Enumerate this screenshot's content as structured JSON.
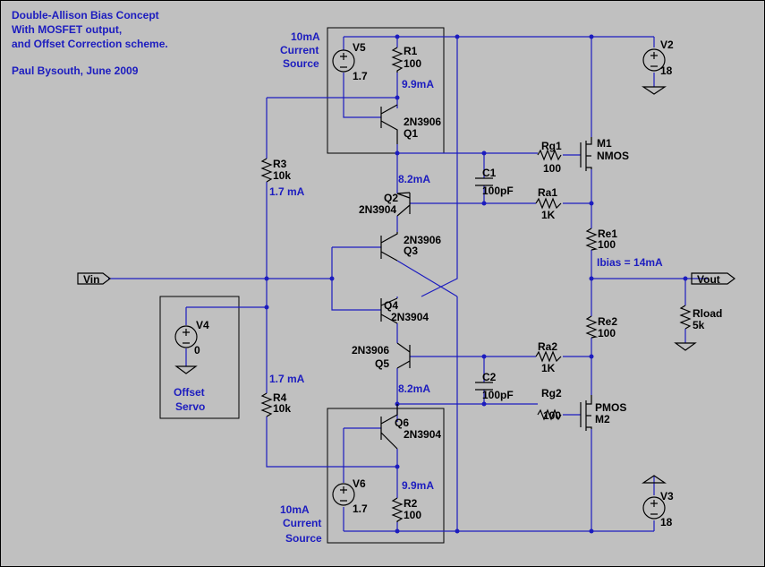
{
  "header": {
    "line1": "Double-Allison Bias Concept",
    "line2": "With MOSFET output,",
    "line3": "and Offset Correction scheme.",
    "author": "Paul Bysouth,  June 2009"
  },
  "annotations": {
    "cs_top": [
      "10mA",
      "Current",
      "Source"
    ],
    "cs_bottom": [
      "10mA",
      "Current",
      "Source"
    ],
    "i_r1": "9.9mA",
    "i_r2": "9.9mA",
    "i_q2": "8.2mA",
    "i_q5": "8.2mA",
    "i_r3": "1.7 mA",
    "i_r4": "1.7 mA",
    "ibias": "Ibias = 14mA",
    "servo": [
      "Offset",
      "Servo"
    ]
  },
  "components": {
    "V5": {
      "name": "V5",
      "value": "1.7"
    },
    "R1": {
      "name": "R1",
      "value": "100"
    },
    "Q1": {
      "name": "Q1",
      "model": "2N3906"
    },
    "R3": {
      "name": "R3",
      "value": "10k"
    },
    "C1": {
      "name": "C1",
      "value": "100pF"
    },
    "Rg1": {
      "name": "Rg1",
      "value": "100"
    },
    "M1": {
      "name": "M1",
      "model": "NMOS"
    },
    "V2": {
      "name": "V2",
      "value": "18"
    },
    "Q2": {
      "name": "Q2",
      "model": "2N3904"
    },
    "Ra1": {
      "name": "Ra1",
      "value": "1K"
    },
    "Re1": {
      "name": "Re1",
      "value": "100"
    },
    "Q3": {
      "name": "Q3",
      "model": "2N3906"
    },
    "Q4": {
      "name": "Q4",
      "model": "2N3904"
    },
    "Re2": {
      "name": "Re2",
      "value": "100"
    },
    "Rload": {
      "name": "Rload",
      "value": "5k"
    },
    "V4": {
      "name": "V4",
      "value": "0"
    },
    "Q5": {
      "name": "Q5",
      "model": "2N3906"
    },
    "Ra2": {
      "name": "Ra2",
      "value": "1K"
    },
    "C2": {
      "name": "C2",
      "value": "100pF"
    },
    "R4": {
      "name": "R4",
      "value": "10k"
    },
    "Rg2": {
      "name": "Rg2",
      "value": "100"
    },
    "M2": {
      "name": "M2",
      "model": "PMOS"
    },
    "Q6": {
      "name": "Q6",
      "model": "2N3904"
    },
    "V6": {
      "name": "V6",
      "value": "1.7"
    },
    "R2": {
      "name": "R2",
      "value": "100"
    },
    "V3": {
      "name": "V3",
      "value": "18"
    }
  },
  "ports": {
    "vin": "Vin",
    "vout": "Vout"
  }
}
